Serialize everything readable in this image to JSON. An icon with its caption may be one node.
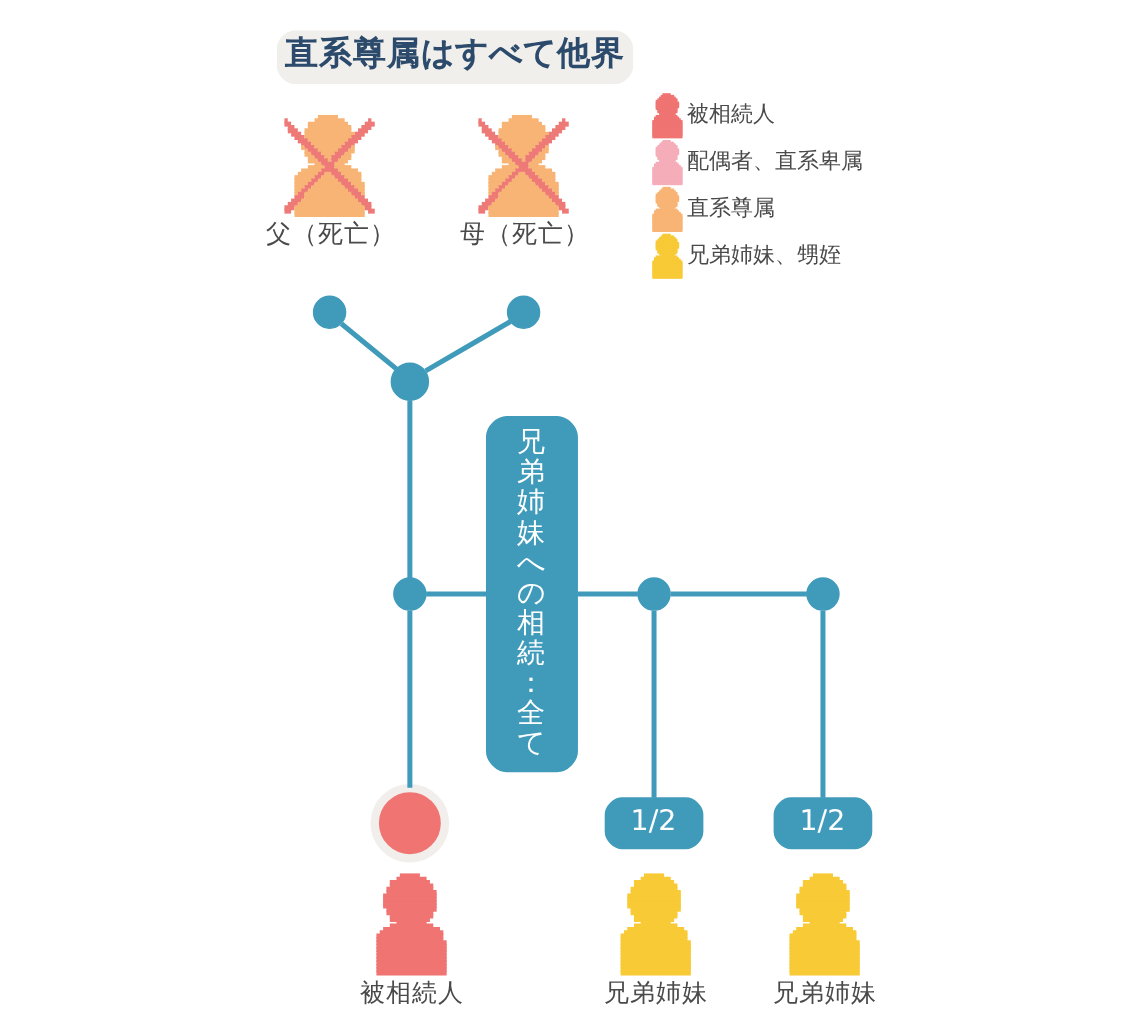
{
  "diagram": {
    "title": "直系尊属はすべて他界",
    "nodes": [
      {
        "text": [
          "父（死亡）"
        ]
      },
      {
        "text": [
          "母（死亡）"
        ]
      },
      {
        "text": [],
        "shape": "circle"
      },
      {
        "text": [],
        "shape": "circle"
      },
      {
        "text": [
          "兄弟姉妹への相続：全て"
        ]
      },
      {
        "text": [],
        "shape": "circle"
      },
      {
        "text": [],
        "shape": "circle"
      },
      {
        "text": [],
        "shape": "circle"
      },
      {
        "text": [],
        "shape": "circle"
      },
      {
        "text": [],
        "shape": "circle"
      },
      {
        "text": [
          "1/2"
        ]
      },
      {
        "text": [
          "1/2"
        ]
      },
      {
        "text": [
          "被相続人"
        ]
      },
      {
        "text": [
          "兄弟姉妹"
        ]
      },
      {
        "text": [
          "兄弟姉妹"
        ]
      }
    ],
    "edges": [
      {
        "from": 2,
        "to": 5,
        "arrow": "none"
      },
      {
        "from": 3,
        "to": 5,
        "arrow": "none"
      },
      {
        "from": 5,
        "to": 6,
        "arrow": "none"
      },
      {
        "from": 6,
        "to": 9,
        "arrow": "none"
      },
      {
        "from": 6,
        "to": 4,
        "arrow": "none"
      },
      {
        "from": 4,
        "to": 7,
        "arrow": "none"
      },
      {
        "from": 7,
        "to": 8,
        "arrow": "none"
      },
      {
        "from": 7,
        "to": 10,
        "arrow": "none"
      },
      {
        "from": 8,
        "to": 11,
        "arrow": "none"
      }
    ],
    "legend": [
      {
        "text": "被相続人",
        "color": "#ef7472"
      },
      {
        "text": "配偶者、直系卑属",
        "color": "#f5adb9"
      },
      {
        "text": "直系尊属",
        "color": "#f8b475"
      },
      {
        "text": "兄弟姉妹、甥姪",
        "color": "#f7ca36"
      }
    ]
  }
}
